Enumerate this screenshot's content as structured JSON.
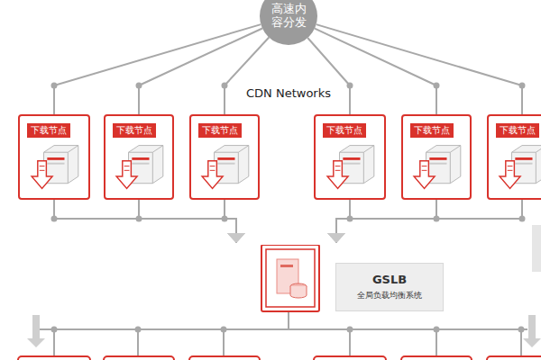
{
  "diagram": {
    "nodes": [
      {
        "text": [
          "高速内容分发"
        ]
      },
      {
        "text": [
          "下载节点"
        ]
      },
      {
        "text": [
          "下载节点"
        ]
      },
      {
        "text": [
          "下载节点"
        ]
      },
      {
        "text": [
          "下载节点"
        ]
      },
      {
        "text": [
          "下载节点"
        ]
      },
      {
        "text": [
          "下载节点"
        ]
      },
      {
        "text": [
          "GSLB",
          "全局负载均衡系统"
        ]
      }
    ],
    "edges": [
      {
        "from": 0,
        "to": 1,
        "arrow": "none"
      },
      {
        "from": 0,
        "to": 2,
        "arrow": "none"
      },
      {
        "from": 0,
        "to": 3,
        "arrow": "none"
      },
      {
        "from": 0,
        "to": 4,
        "arrow": "none"
      },
      {
        "from": 0,
        "to": 5,
        "arrow": "none"
      },
      {
        "from": 0,
        "to": 6,
        "arrow": "none"
      },
      {
        "from": 1,
        "to": 7,
        "arrow": "to"
      },
      {
        "from": 2,
        "to": 7,
        "arrow": "to"
      },
      {
        "from": 3,
        "to": 7,
        "arrow": "to"
      },
      {
        "from": 4,
        "to": 7,
        "arrow": "to"
      },
      {
        "from": 5,
        "to": 7,
        "arrow": "to"
      },
      {
        "from": 6,
        "to": 7,
        "arrow": "to"
      }
    ],
    "labels": [
      "CDN Networks"
    ]
  }
}
